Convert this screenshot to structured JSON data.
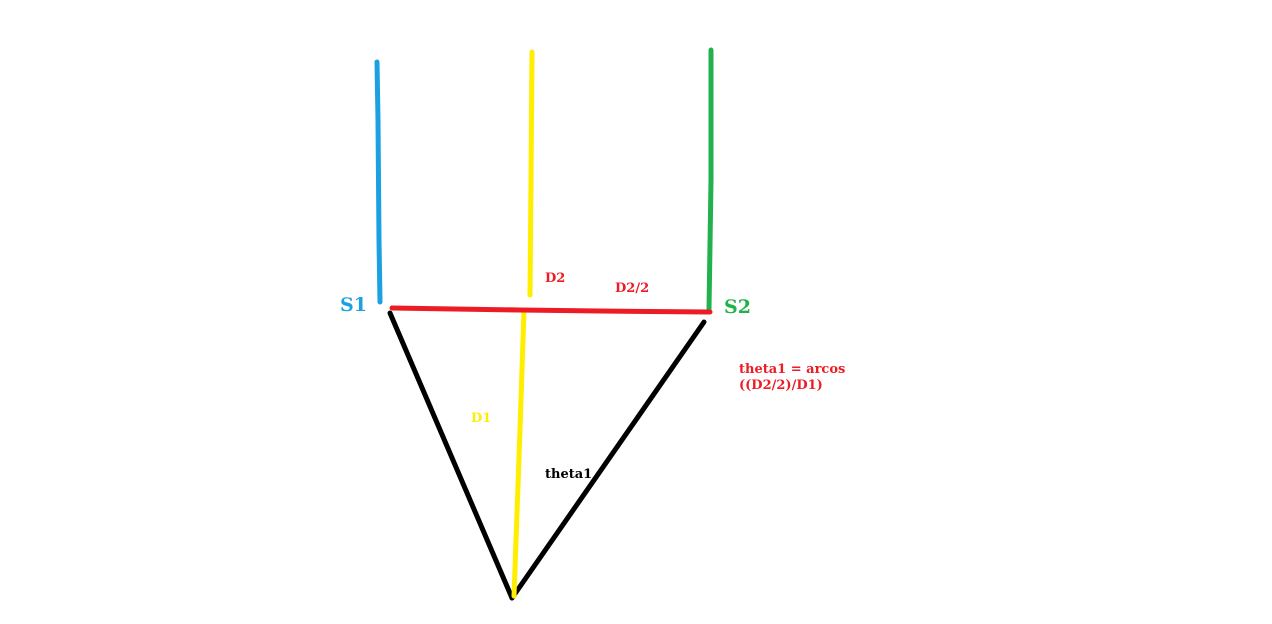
{
  "labels": {
    "s1": "S1",
    "s2": "S2",
    "d2": "D2",
    "d2_half": "D2/2",
    "d1": "D1",
    "theta1": "theta1"
  },
  "formula": {
    "line1": "theta1 = arcos",
    "line2": "((D2/2)/D1)"
  },
  "colors": {
    "blue": "#1ba1e2",
    "yellow": "#ffee00",
    "green": "#22b14c",
    "red": "#ed1c24",
    "black": "#000000"
  }
}
